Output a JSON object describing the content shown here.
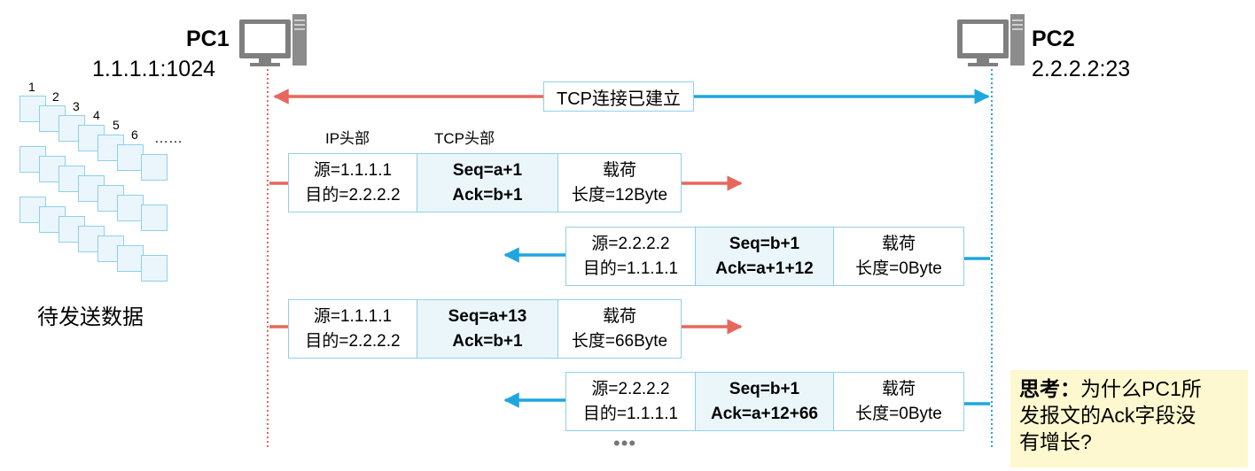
{
  "pc1": {
    "name": "PC1",
    "addr": "1.1.1.1:1024"
  },
  "pc2": {
    "name": "PC2",
    "addr": "2.2.2.2:23"
  },
  "connection_label": "TCP连接已建立",
  "header_labels": {
    "ip": "IP头部",
    "tcp": "TCP头部"
  },
  "queue": {
    "numbers": [
      "1",
      "2",
      "3",
      "4",
      "5",
      "6"
    ],
    "ellipsis": "……",
    "caption": "待发送数据"
  },
  "packets": [
    {
      "dir": "right",
      "ip1": "源=1.1.1.1",
      "ip2": "目的=2.2.2.2",
      "tcp1": "Seq=a+1",
      "tcp2": "Ack=b+1",
      "pl1": "载荷",
      "pl2": "长度=12Byte"
    },
    {
      "dir": "left",
      "ip1": "源=2.2.2.2",
      "ip2": "目的=1.1.1.1",
      "tcp1": "Seq=b+1",
      "tcp2": "Ack=a+1+12",
      "pl1": "载荷",
      "pl2": "长度=0Byte"
    },
    {
      "dir": "right",
      "ip1": "源=1.1.1.1",
      "ip2": "目的=2.2.2.2",
      "tcp1": "Seq=a+13",
      "tcp2": "Ack=b+1",
      "pl1": "载荷",
      "pl2": "长度=66Byte"
    },
    {
      "dir": "left",
      "ip1": "源=2.2.2.2",
      "ip2": "目的=1.1.1.1",
      "tcp1": "Seq=b+1",
      "tcp2": "Ack=a+12+66",
      "pl1": "载荷",
      "pl2": "长度=0Byte"
    }
  ],
  "more": "•••",
  "think": {
    "label": "思考：",
    "line1": "为什么PC1所",
    "line2": "发报文的Ack字段没",
    "line3": "有增长?"
  },
  "colors": {
    "pc1_line": "#e8675c",
    "pc2_line": "#1fa6e0",
    "box_border": "#8fd0ea",
    "box_fill": "#ebf6fb",
    "think_bg": "#fdf8cf"
  },
  "icons": [
    "computer-icon"
  ]
}
